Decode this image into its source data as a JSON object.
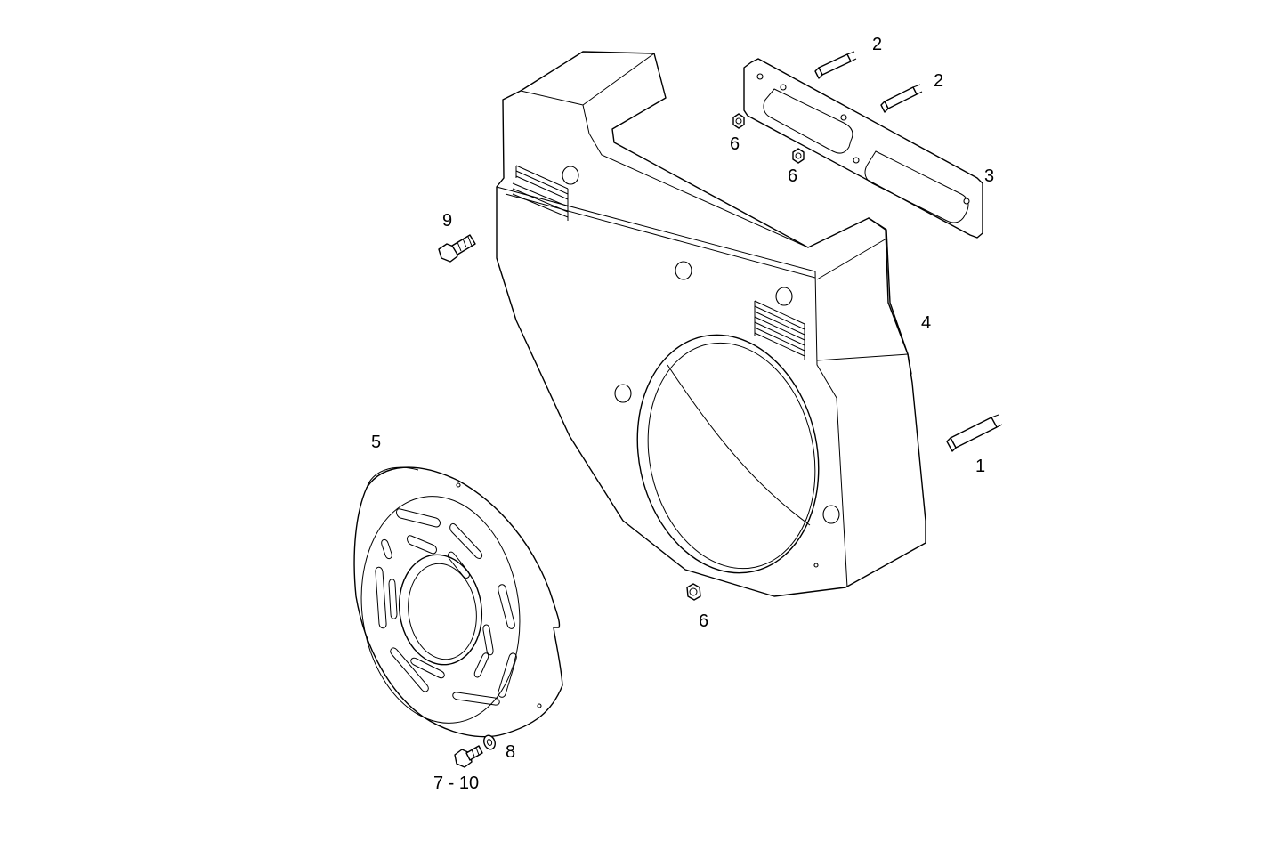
{
  "labels": {
    "spacer_1": "1",
    "spacer_2a": "2",
    "spacer_2b": "2",
    "gasket_3": "3",
    "cover_4": "4",
    "plate_5": "5",
    "nut_6a": "6",
    "nut_6b": "6",
    "nut_6c": "6",
    "screw_7_10": "7 - 10",
    "washer_8": "8",
    "bolt_9": "9"
  }
}
